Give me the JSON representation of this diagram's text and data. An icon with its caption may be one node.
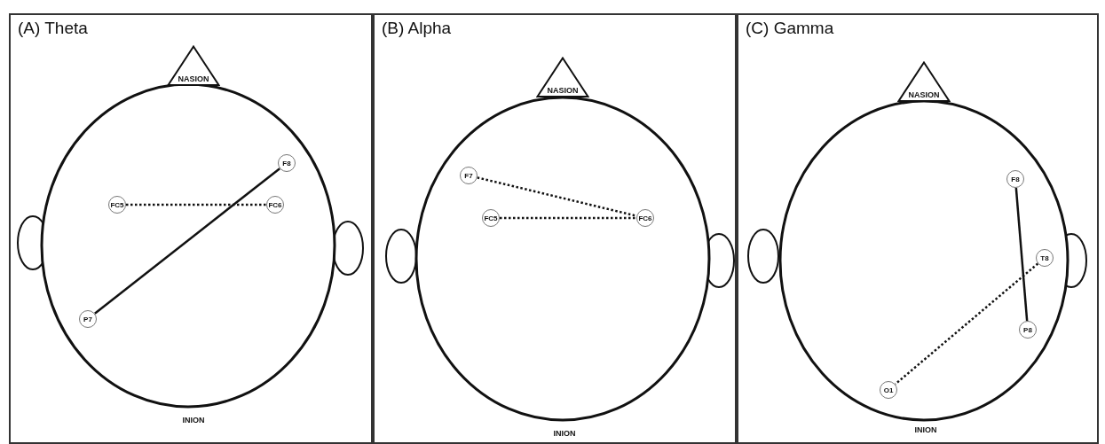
{
  "diagram": {
    "nodes": [
      {
        "text": [
          "(A) Theta"
        ]
      },
      {
        "text": [
          "NASION"
        ],
        "in": 0
      },
      {
        "text": [
          "FC5"
        ],
        "in": 0
      },
      {
        "text": [
          "FC6"
        ],
        "in": 0
      },
      {
        "text": [
          "F8"
        ],
        "in": 0
      },
      {
        "text": [
          "P7"
        ],
        "in": 0
      },
      {
        "text": [
          "(B) Alpha"
        ]
      },
      {
        "text": [
          "NASION"
        ],
        "in": 6
      },
      {
        "text": [
          "F7"
        ],
        "in": 6
      },
      {
        "text": [
          "FC5"
        ],
        "in": 6
      },
      {
        "text": [
          "FC6"
        ],
        "in": 6
      },
      {
        "text": [
          "(C) Gamma"
        ]
      },
      {
        "text": [
          "NASION"
        ],
        "in": 11
      },
      {
        "text": [
          "F8"
        ],
        "in": 11
      },
      {
        "text": [
          "T8"
        ],
        "in": 11
      },
      {
        "text": [
          "P8"
        ],
        "in": 11
      },
      {
        "text": [
          "O1"
        ],
        "in": 11
      }
    ],
    "edges": [
      {
        "from": 2,
        "to": 3,
        "arrow": "none",
        "style": "dashed"
      },
      {
        "from": 4,
        "to": 5,
        "arrow": "none"
      },
      {
        "from": 8,
        "to": 10,
        "arrow": "none",
        "style": "dashed"
      },
      {
        "from": 9,
        "to": 10,
        "arrow": "none",
        "style": "dashed"
      },
      {
        "from": 13,
        "to": 15,
        "arrow": "none"
      },
      {
        "from": 14,
        "to": 16,
        "arrow": "none",
        "style": "dashed"
      }
    ],
    "labels": [
      "INION",
      "INION",
      "INION"
    ]
  }
}
